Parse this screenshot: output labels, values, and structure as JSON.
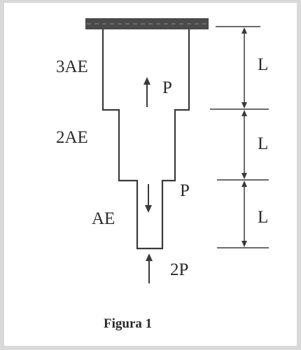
{
  "labels": {
    "section_top": "3AE",
    "section_mid": "2AE",
    "section_bot": "AE",
    "load_top": "P",
    "load_mid": "P",
    "load_bottom": "2P",
    "dim_top": "L",
    "dim_mid": "L",
    "dim_bot": "L",
    "caption": "Figura 1"
  },
  "colors": {
    "stroke": "#3a3a3a",
    "text": "#2a2a2a",
    "wall": "#4a4a4a",
    "background": "#ffffff"
  }
}
